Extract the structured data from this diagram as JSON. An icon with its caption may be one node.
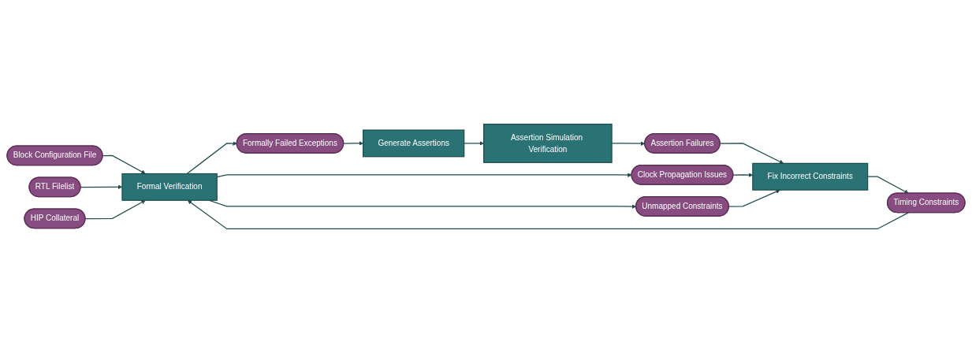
{
  "diagram": {
    "nodes": [
      {
        "text": [
          "Block Configuration File"
        ]
      },
      {
        "text": [
          "RTL Filelist"
        ]
      },
      {
        "text": [
          "HIP Collateral"
        ]
      },
      {
        "text": [
          "Timing Constraints"
        ]
      },
      {
        "text": [
          "Formal Verification"
        ]
      },
      {
        "text": [
          "Formally Failed Exceptions"
        ]
      },
      {
        "text": [
          "Clock Propagation Issues"
        ]
      },
      {
        "text": [
          "Unmapped Constraints"
        ]
      },
      {
        "text": [
          "Generate Assertions"
        ]
      },
      {
        "text": [
          "Assertion Simulation Verification"
        ]
      },
      {
        "text": [
          "Assertion Failures"
        ]
      },
      {
        "text": [
          "Fix Incorrect Constraints"
        ]
      }
    ],
    "edges": [
      {
        "from": 0,
        "to": 4,
        "arrow": "to"
      },
      {
        "from": 1,
        "to": 4,
        "arrow": "to"
      },
      {
        "from": 2,
        "to": 4,
        "arrow": "to"
      },
      {
        "from": 3,
        "to": 4,
        "arrow": "to"
      },
      {
        "from": 4,
        "to": 5,
        "arrow": "to"
      },
      {
        "from": 4,
        "to": 6,
        "arrow": "to"
      },
      {
        "from": 4,
        "to": 7,
        "arrow": "to"
      },
      {
        "from": 5,
        "to": 8,
        "arrow": "to"
      },
      {
        "from": 8,
        "to": 9,
        "arrow": "to"
      },
      {
        "from": 9,
        "to": 10,
        "arrow": "to"
      },
      {
        "from": 10,
        "to": 11,
        "arrow": "to"
      },
      {
        "from": 6,
        "to": 11,
        "arrow": "to"
      },
      {
        "from": 7,
        "to": 11,
        "arrow": "to"
      },
      {
        "from": 11,
        "to": 3,
        "arrow": "to"
      }
    ]
  }
}
